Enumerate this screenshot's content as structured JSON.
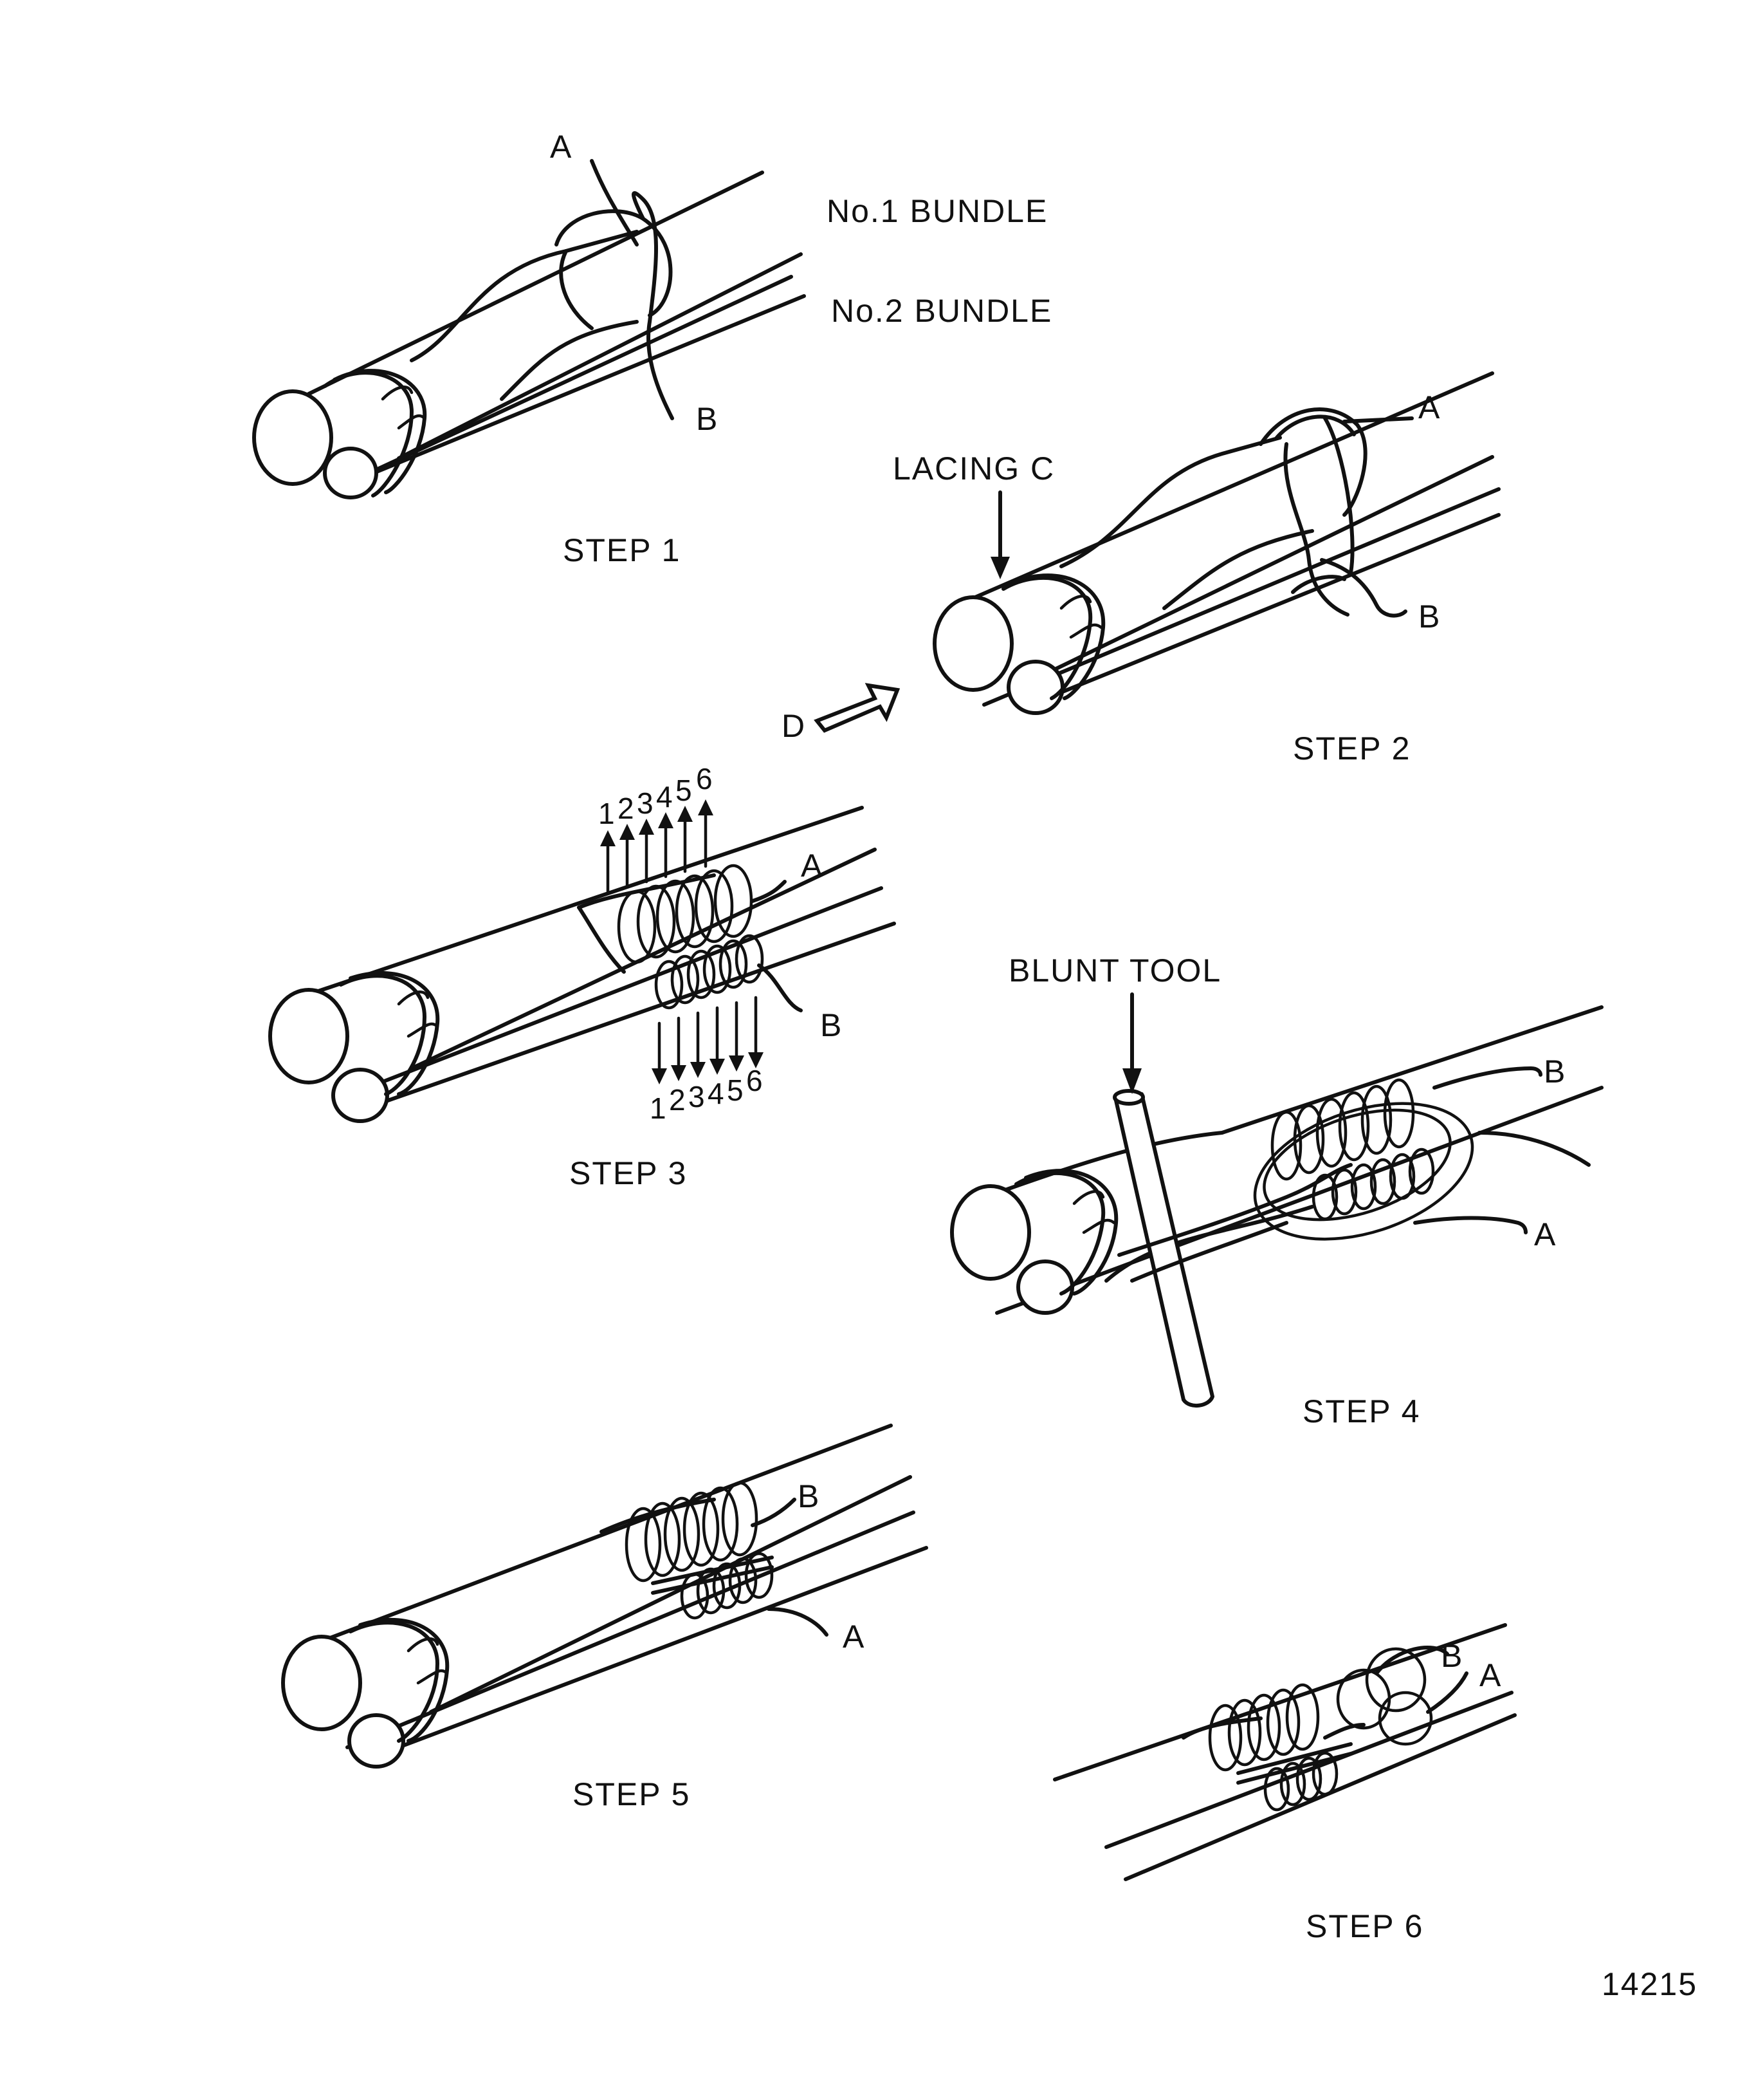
{
  "labels": {
    "bundle1": "No.1 BUNDLE",
    "bundle2": "No.2 BUNDLE",
    "lacing_c": "LACING C",
    "blunt_tool": "BLUNT TOOL",
    "a": "A",
    "b": "B",
    "d": "D",
    "steps": [
      "STEP 1",
      "STEP 2",
      "STEP 3",
      "STEP 4",
      "STEP 5",
      "STEP 6"
    ],
    "numbers_up": [
      "1",
      "2",
      "3",
      "4",
      "5",
      "6"
    ],
    "numbers_down": [
      "1",
      "2",
      "3",
      "4",
      "5",
      "6"
    ],
    "figure_number": "14215"
  }
}
